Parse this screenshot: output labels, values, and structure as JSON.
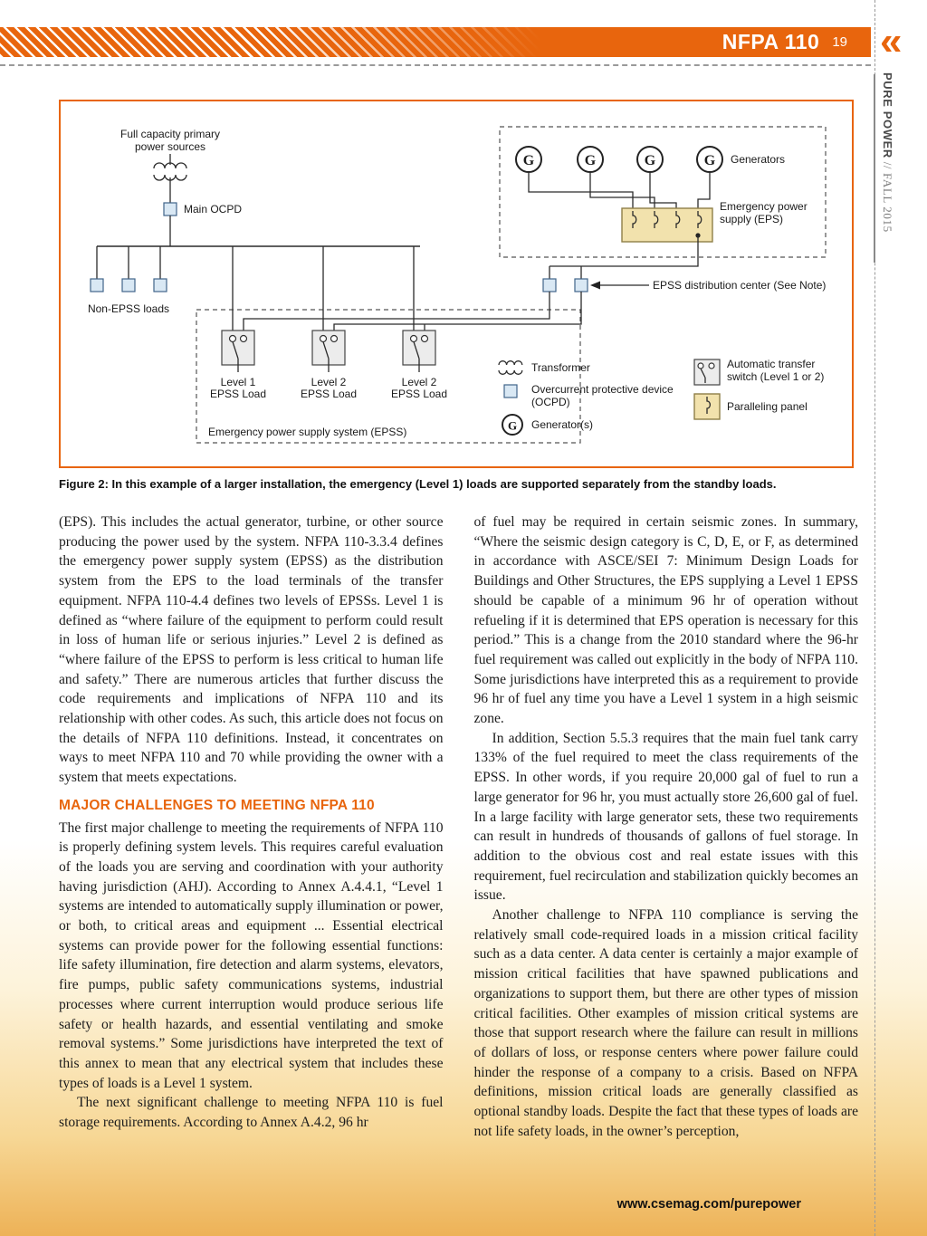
{
  "colors": {
    "accent": "#e8650d",
    "symbol_fill": "#d9e8f4",
    "panel_fill": "#f2e2ad"
  },
  "header": {
    "title": "NFPA 110",
    "page_number": "19",
    "chevrons": "«"
  },
  "sidebar": {
    "brand": "PURE POWER",
    "issue": " // FALL 2015"
  },
  "footer": {
    "url": "www.csemag.com/purepower"
  },
  "figure": {
    "caption": "Figure 2: In this example of a larger installation, the emergency (Level 1) loads are supported separately from the standby loads.",
    "labels": {
      "primary1": "Full capacity primary",
      "primary2": "power sources",
      "main_ocpd": "Main OCPD",
      "non_epss": "Non-EPSS loads",
      "generators": "Generators",
      "eps1": "Emergency power",
      "eps2": "supply (EPS)",
      "distribution": "EPSS distribution center (See Note)",
      "level1": "Level 1",
      "level2": "Level 2",
      "load": "EPSS Load",
      "epss_system": "Emergency power supply system (EPSS)",
      "g": "G"
    },
    "legend": {
      "transformer": "Transformer",
      "ocpd1": "Overcurrent protective device",
      "ocpd2": "(OCPD)",
      "generator": "Generator(s)",
      "ats1": "Automatic transfer",
      "ats2": "switch (Level 1 or 2)",
      "paralleling": "Paralleling panel"
    }
  },
  "article": {
    "left": {
      "p1": "(EPS). This includes the actual generator, turbine, or other source producing the power used by the system. NFPA 110-3.3.4 defines the emergency power supply system (EPSS) as the distribution system from the EPS to the load terminals of the transfer equipment. NFPA 110-4.4 defines two levels of EPSSs. Level 1 is defined as “where failure of the equipment to perform could result in loss of human life or serious injuries.” Level 2 is defined as “where failure of the EPSS to perform is less critical to human life and safety.” There are numerous articles that further discuss the code requirements and implications of NFPA 110 and its relationship with other codes. As such, this article does not focus on the details of NFPA 110 definitions. Instead, it concentrates on ways to meet NFPA 110 and 70 while providing the owner with a system that meets expectations.",
      "heading": "MAJOR CHALLENGES TO MEETING NFPA 110",
      "p2": "The first major challenge to meeting the requirements of NFPA 110 is properly defining system levels. This requires careful evaluation of the loads you are serving and coordination with your authority having jurisdiction (AHJ). According to Annex A.4.4.1, “Level 1 systems are intended to automatically supply illumination or power, or both, to critical areas and equipment ... Essential electrical systems can provide power for the following essential functions: life safety illumination, fire detection and alarm systems, elevators, fire pumps, public safety communications systems, industrial processes where current interruption would produce serious life safety or health hazards, and essential ventilating and smoke removal systems.” Some jurisdictions have interpreted the text of this annex to mean that any electrical system that includes these types of loads is a Level 1 system.",
      "p3": "The next significant challenge to meeting NFPA 110 is fuel storage requirements. According to Annex A.4.2, 96 hr"
    },
    "right": {
      "p1": "of fuel may be required in certain seismic zones. In summary, “Where the seismic design category is C, D, E, or F, as determined in accordance with ASCE/SEI 7: Minimum Design Loads for Buildings and Other Structures, the EPS supplying a Level 1 EPSS should be capable of a minimum 96 hr of operation without refueling if it is determined that EPS operation is necessary for this period.” This is a change from the 2010 standard where the 96-hr fuel requirement was called out explicitly in the body of NFPA 110. Some jurisdictions have interpreted this as a requirement to provide 96 hr of fuel any time you have a Level 1 system in a high seismic zone.",
      "p2": "In addition, Section 5.5.3 requires that the main fuel tank carry 133% of the fuel required to meet the class requirements of the EPSS. In other words, if you require 20,000 gal of fuel to run a large generator for 96 hr, you must actually store 26,600 gal of fuel. In a large facility with large generator sets, these two requirements can result in hundreds of thousands of gallons of fuel storage. In addition to the obvious cost and real estate issues with this requirement, fuel recirculation and stabilization quickly becomes an issue.",
      "p3": "Another challenge to NFPA 110 compliance is serving the relatively small code-required loads in a mission critical facility such as a data center. A data center is certainly a major example of mission critical facilities that have spawned publications and organizations to support them, but there are other types of mission critical facilities. Other examples of mission critical systems are those that support research where the failure can result in millions of dollars of loss, or response centers where power failure could hinder the response of a company to a crisis. Based on NFPA definitions, mission critical loads are generally classified as optional standby loads. Despite the fact that these types of loads are not life safety loads, in the owner’s perception,"
    }
  }
}
